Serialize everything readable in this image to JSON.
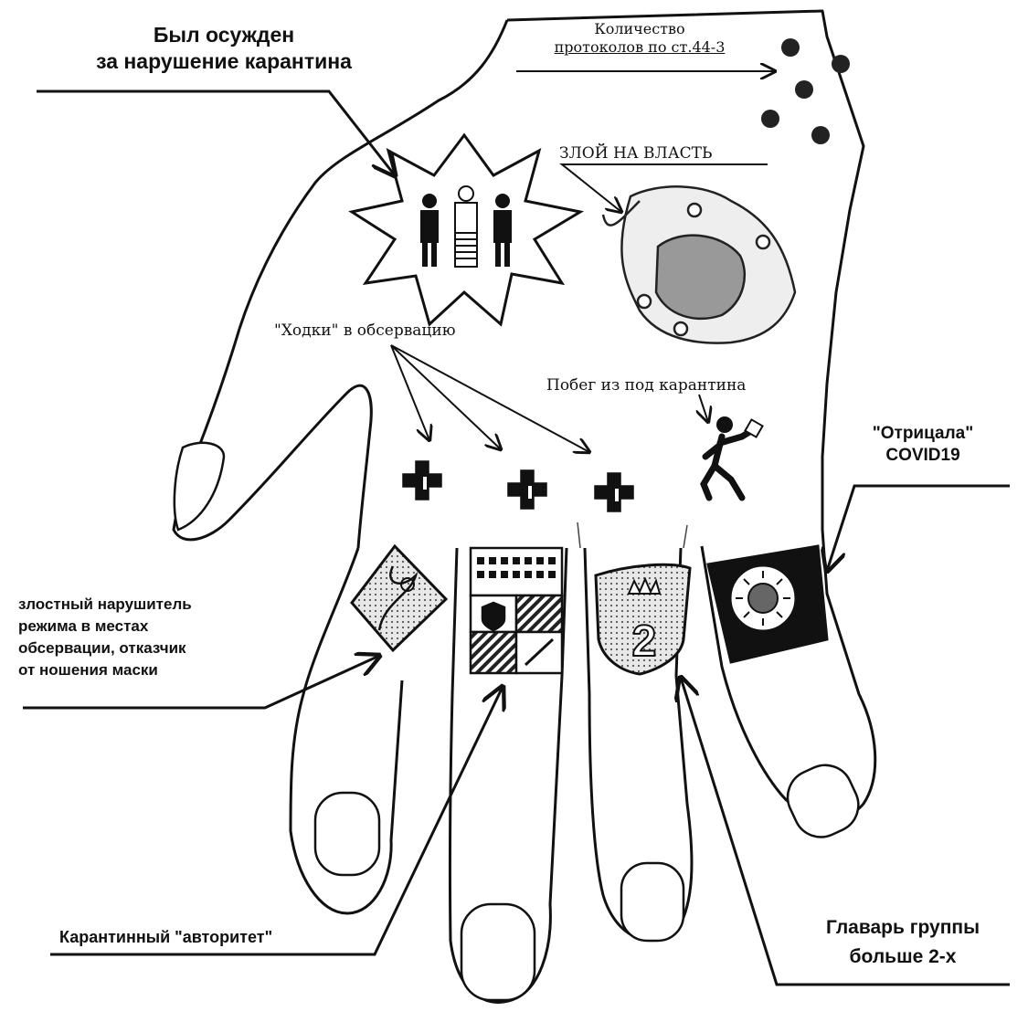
{
  "labels": {
    "convicted": {
      "line1": "Был осужден",
      "line2": "за нарушение карантина"
    },
    "protocols": {
      "line1": "Количество",
      "line2": "протоколов по ст.44-3"
    },
    "angry": "ЗЛОЙ НА ВЛАСТЬ",
    "khodki": {
      "word": "\"Ходки\"",
      "rest": "в обсервацию"
    },
    "escape": "Побег из под карантина",
    "denier": {
      "line1": "\"Отрицала\"",
      "line2": "COVID19"
    },
    "violator": {
      "line1": "злостный нарушитель",
      "line2": "режима в местах",
      "line3": "обсервации, отказчик",
      "line4": "от ношения маски"
    },
    "authority": "Карантинный \"авторитет\"",
    "leader": {
      "line1": "Главарь группы",
      "line2": "больше 2-х"
    }
  },
  "figure_text": {
    "ring_number": "2"
  },
  "icons": [
    "star-burst",
    "guard-figure",
    "prisoner-figure",
    "jester",
    "running-man",
    "medical-cross",
    "hospital-building",
    "shield-icon",
    "syringe-icon",
    "crown-icon",
    "virus-icon"
  ],
  "colors": {
    "ink": "#111111",
    "paper": "#ffffff"
  }
}
